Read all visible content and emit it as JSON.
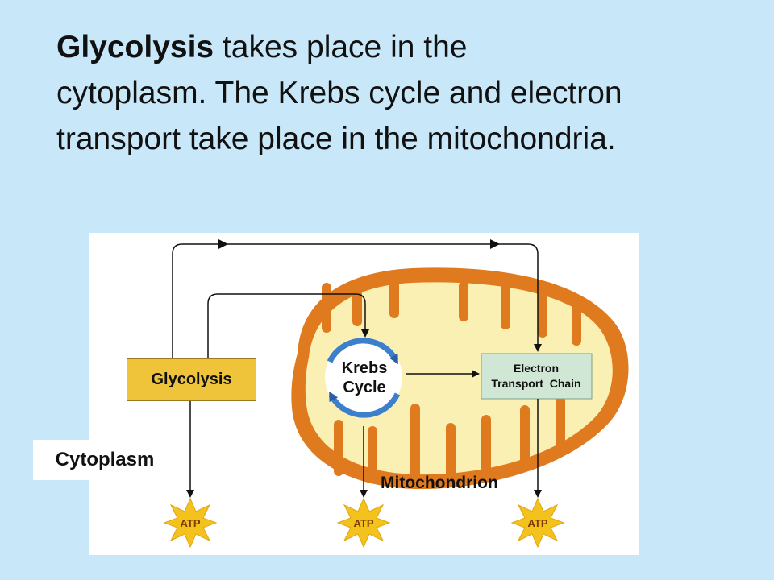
{
  "heading": {
    "bold_term": "Glycolysis",
    "line1_rest": " takes place in the",
    "line2": "cytoplasm. The Krebs cycle and electron",
    "line3": "transport take place in the mitochondria."
  },
  "diagram": {
    "glycolysis_label": "Glycolysis",
    "cytoplasm_label": "Cytoplasm",
    "mitochondrion_label": "Mitochondrion",
    "krebs_line1": "Krebs",
    "krebs_line2": "Cycle",
    "etc_line1": "Electron",
    "etc_line2": "Transport  Chain",
    "atp_1": "ATP",
    "atp_2": "ATP",
    "atp_3": "ATP"
  },
  "colors": {
    "background": "#c8e8fa",
    "mitochondrion_outer": "#e07a1e",
    "mitochondrion_inner": "#fbf0b4",
    "glycolysis_box": "#f0c43a",
    "etc_box": "#cfe7d4",
    "krebs_arrows": "#3c7fcc",
    "atp_star": "#f4c21c"
  }
}
